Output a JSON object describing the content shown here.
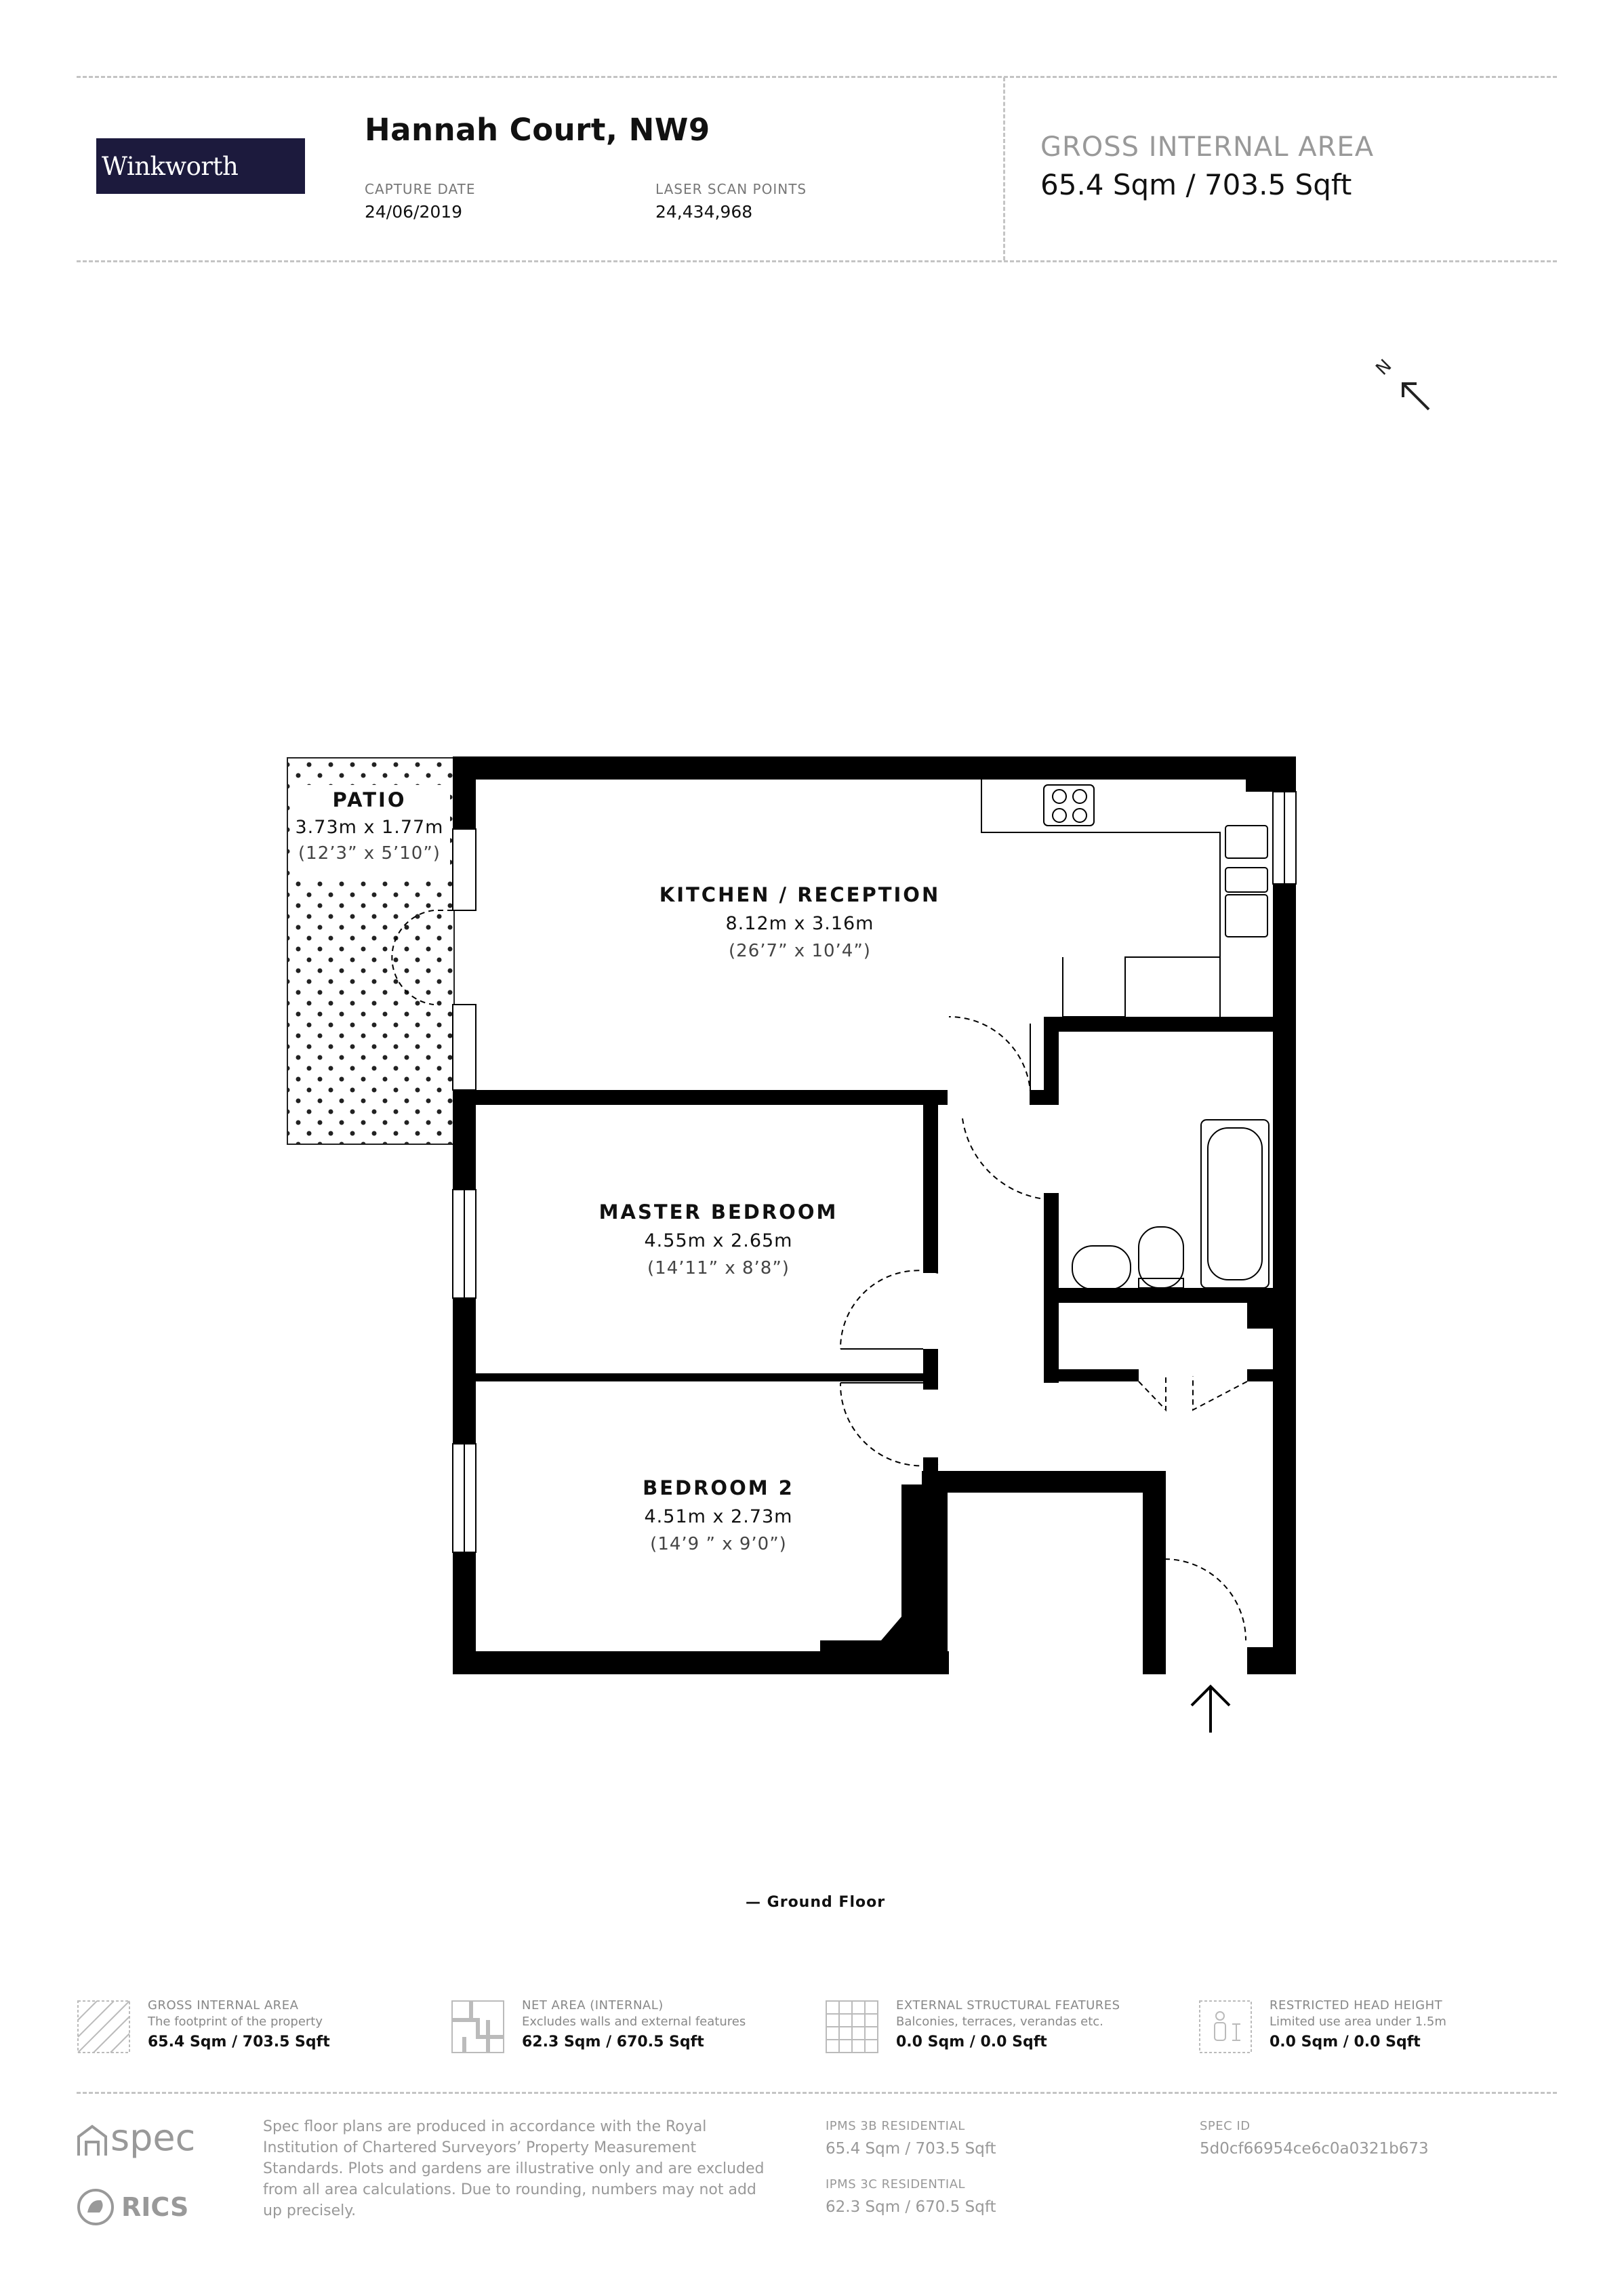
{
  "header": {
    "brand_logo": "Winkworth",
    "property_title": "Hannah Court, NW9",
    "capture_date_label": "CAPTURE DATE",
    "capture_date": "24/06/2019",
    "scan_points_label": "LASER SCAN POINTS",
    "scan_points": "24,434,968",
    "gia_label": "GROSS INTERNAL AREA",
    "gia_value": "65.4 Sqm / 703.5 Sqft"
  },
  "compass": {
    "letter": "N",
    "icon": "north-arrow-icon"
  },
  "rooms": [
    {
      "name": "PATIO",
      "dims": "3.73m x 1.77m",
      "imperial": "(12’3” x 5’10”)"
    },
    {
      "name": "KITCHEN / RECEPTION",
      "dims": "8.12m x 3.16m",
      "imperial": "(26’7” x 10’4”)"
    },
    {
      "name": "MASTER BEDROOM",
      "dims": "4.55m x 2.65m",
      "imperial": "(14’11” x 8’8”)"
    },
    {
      "name": "BEDROOM 2",
      "dims": "4.51m x 2.73m",
      "imperial": "(14’9 ” x 9’0”)"
    }
  ],
  "floor_label": "— Ground Floor",
  "legend": [
    {
      "icon": "hatch-gia-icon",
      "label": "GROSS INTERNAL AREA",
      "desc": "The footprint of the property",
      "value": "65.4 Sqm / 703.5 Sqft"
    },
    {
      "icon": "net-area-icon",
      "label": "NET AREA (INTERNAL)",
      "desc": "Excludes walls and external features",
      "value": "62.3 Sqm / 670.5 Sqft"
    },
    {
      "icon": "grid-external-icon",
      "label": "EXTERNAL STRUCTURAL FEATURES",
      "desc": "Balconies, terraces, verandas etc.",
      "value": "0.0 Sqm / 0.0 Sqft"
    },
    {
      "icon": "head-height-icon",
      "label": "RESTRICTED HEAD HEIGHT",
      "desc": "Limited use area under 1.5m",
      "value": "0.0 Sqm / 0.0 Sqft"
    }
  ],
  "footer": {
    "spec_brand": "spec",
    "rics_brand": "RICS",
    "disclaimer_lines": [
      "Spec floor plans are produced in accordance with the Royal",
      "Institution of Chartered Surveyors’ Property Measurement",
      "Standards. Plots and gardens are illustrative only and are excluded",
      "from all area calculations. Due to rounding, numbers may not add",
      "up precisely."
    ],
    "ipms3b_label": "IPMS 3B RESIDENTIAL",
    "ipms3b_value": "65.4 Sqm / 703.5 Sqft",
    "ipms3c_label": "IPMS 3C RESIDENTIAL",
    "ipms3c_value": "62.3 Sqm / 670.5 Sqft",
    "spec_id_label": "SPEC ID",
    "spec_id": "5d0cf66954ce6c0a0321b673"
  }
}
